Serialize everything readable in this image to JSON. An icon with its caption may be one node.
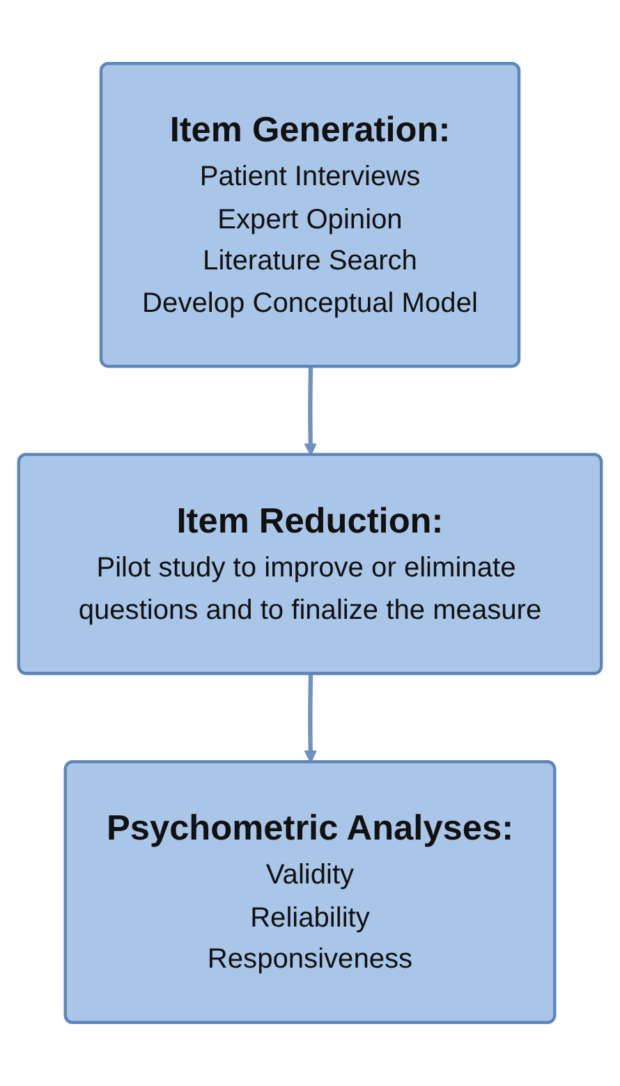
{
  "diagram": {
    "nodes": [
      {
        "text": [
          "Item Generation:",
          "Patient Interviews",
          "Expert Opinion",
          "Literature Search",
          "Develop Conceptual Model"
        ]
      },
      {
        "text": [
          "Item Reduction:",
          "Pilot study to improve or eliminate questions and to finalize the measure"
        ]
      },
      {
        "text": [
          "Psychometric Analyses:",
          "Validity",
          "Reliability",
          "Responsiveness"
        ]
      }
    ],
    "edges": [
      {
        "from": 0,
        "to": 1,
        "arrow": "to"
      },
      {
        "from": 1,
        "to": 2,
        "arrow": "to"
      }
    ]
  }
}
